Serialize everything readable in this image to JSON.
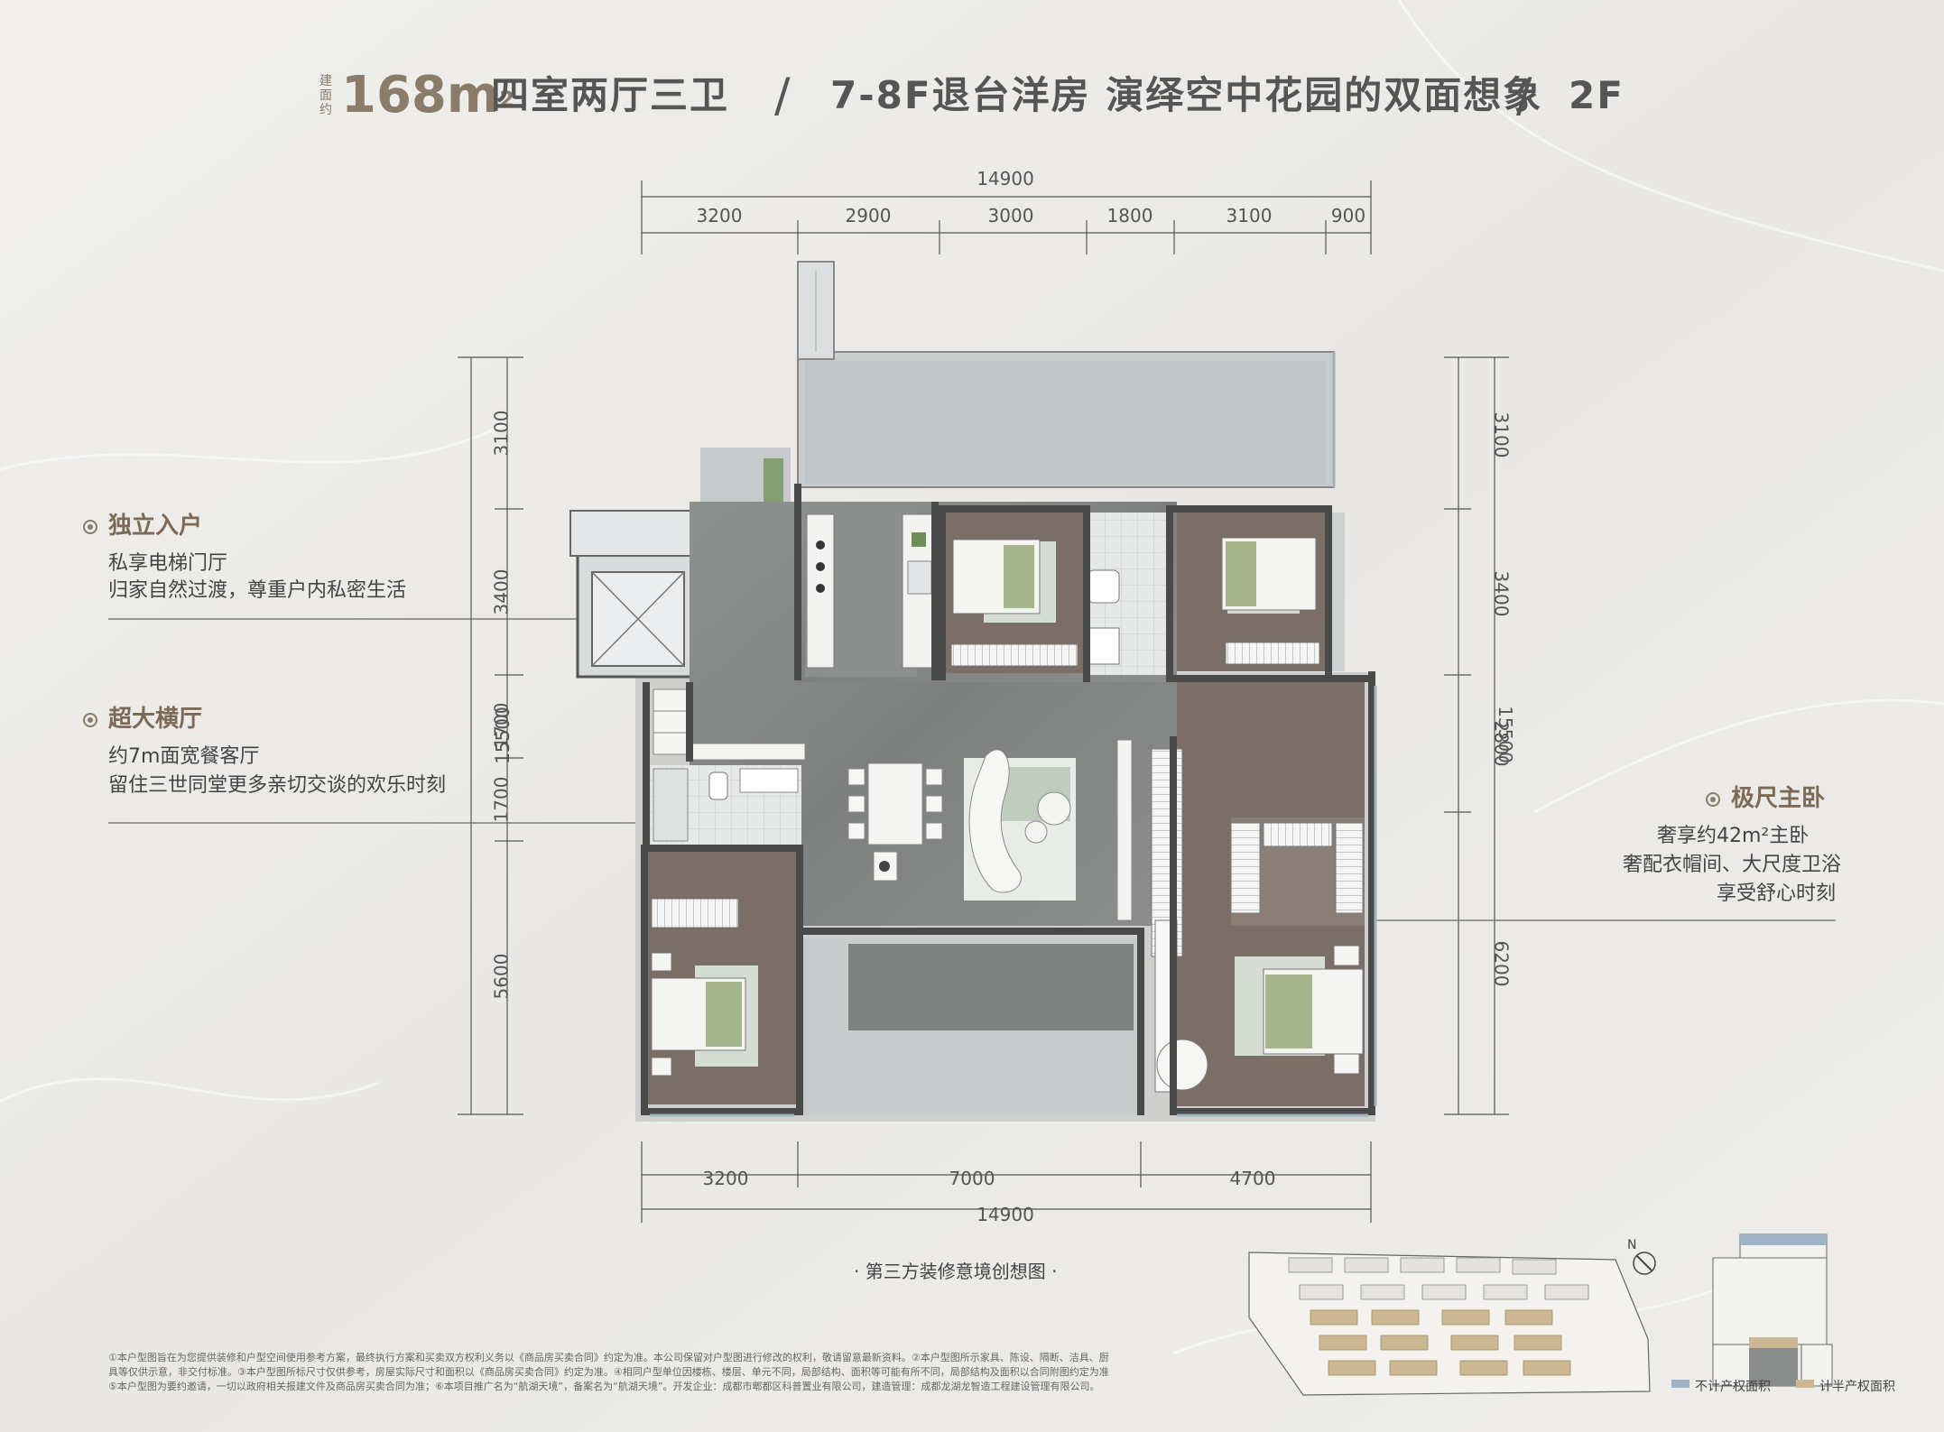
{
  "title": {
    "area_prefix": "建面约",
    "area_value": "168m",
    "area_sup": "2",
    "layout": "四室两厅三卫",
    "separator": "/",
    "tagline": "7-8F退台洋房 演绎空中花园的双面想象",
    "floor": "2F"
  },
  "dimensions": {
    "top_total": "14900",
    "top_segments": [
      "3200",
      "2900",
      "3000",
      "1800",
      "3100",
      "900"
    ],
    "bottom_total": "14900",
    "bottom_segments": [
      "3200",
      "7000",
      "4700"
    ],
    "left_total": "15500",
    "left_segments": [
      "3100",
      "3400",
      "1700",
      "1700",
      "5600"
    ],
    "right_total": "15500",
    "right_segments": [
      "3100",
      "3400",
      "2800",
      "6200"
    ]
  },
  "features": [
    {
      "title": "独立入户",
      "lines": [
        "私享电梯门厅",
        "归家自然过渡，尊重户内私密生活"
      ]
    },
    {
      "title": "超大横厅",
      "lines": [
        "约7m面宽餐客厅",
        "留住三世同堂更多亲切交谈的欢乐时刻"
      ]
    },
    {
      "title": "极尺主卧",
      "lines": [
        "奢享约42m²主卧",
        "奢配衣帽间、大尺度卫浴",
        "享受舒心时刻"
      ]
    }
  ],
  "caption": "· 第三方装修意境创想图 ·",
  "compass": "N",
  "legend": {
    "not_counted": "不计产权面积",
    "half_counted": "计半产权面积"
  },
  "disclaimer": [
    "①本户型图旨在为您提供装修和户型空间使用参考方案，最终执行方案和买卖双方权利义务以《商品房买卖合同》约定为准。本公司保留对户型图进行修改的权利，敬请留意最新资料。②本户型图所示家具、陈设、隔断、洁具、厨",
    "具等仅供示意，非交付标准。③本户型图所标尺寸仅供参考，房屋实际尺寸和面积以《商品房买卖合同》约定为准。④相同户型单位因楼栋、楼层、单元不同，局部结构、面积等可能有所不同，局部结构及面积以合同附图约定为准",
    "⑤本户型图为要约邀请，一切以政府相关报建文件及商品房买卖合同为准；⑥本项目推广名为“航湖天境”，备案名为“航湖天境”。开发企业：成都市郫都区科普置业有限公司，建造管理：成都龙湖龙智造工程建设管理有限公司。"
  ],
  "colors": {
    "accent": "#8b7b69",
    "floor_wood": "#7b6f67",
    "floor_stone": "#8a8c8c",
    "wall": "#4a4a4a"
  }
}
